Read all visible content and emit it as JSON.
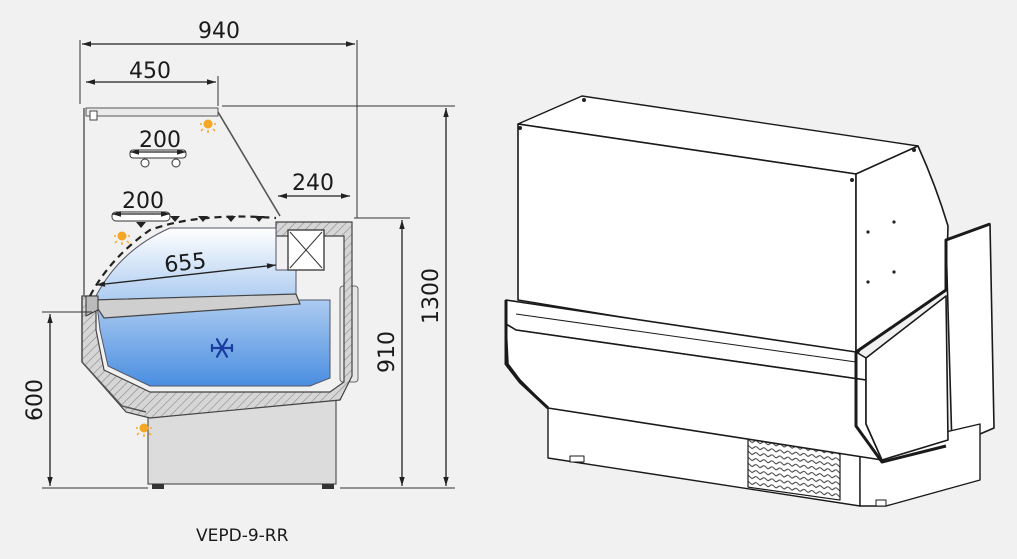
{
  "model_label": "VEPD-9-RR",
  "dimensions": {
    "overall_depth": "940",
    "top_shelf_depth": "450",
    "upper_shelf_depth": "200",
    "lower_shelf_depth": "200",
    "rear_counter_depth": "240",
    "display_depth": "655",
    "total_height": "1300",
    "counter_height": "910",
    "front_height": "600"
  },
  "icons": {
    "cooling": "snowflake-icon",
    "lighting": "light-icon"
  },
  "colors": {
    "insulation": "#d0d0d0",
    "display_top": "#ffffff",
    "display_bottom": "#4a8ee0",
    "light": "#f5a623",
    "snowflake": "#1a3c9e"
  }
}
